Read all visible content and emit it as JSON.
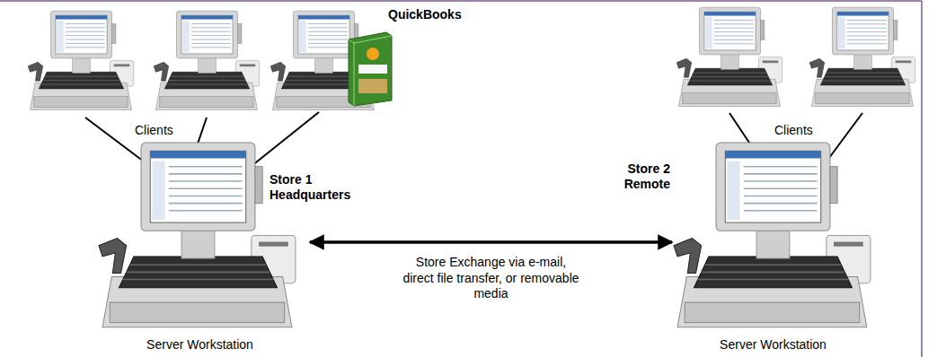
{
  "diagram": {
    "nodes": [
      {
        "text": [
          "Store 1 Headquarters",
          "Server Workstation"
        ]
      },
      {
        "text": [
          "Store 2 Remote",
          "Server Workstation"
        ]
      }
    ],
    "edges": [
      {
        "from": 0,
        "to": 1,
        "arrow": "both",
        "label": "Store Exchange via e-mail, direct file transfer, or removable media"
      }
    ],
    "labels": [
      "QuickBooks",
      "Clients",
      "Clients"
    ]
  }
}
